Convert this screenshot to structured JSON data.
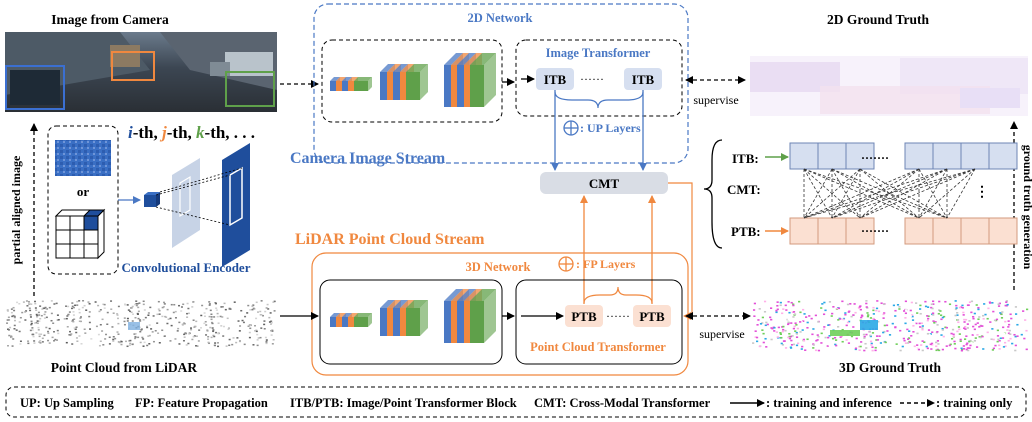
{
  "titles": {
    "image_from_camera": "Image from Camera",
    "network_2d": "2D Network",
    "ground_truth_2d": "2D Ground Truth",
    "image_transformer": "Image Transformer",
    "camera_stream": "Camera Image Stream",
    "lidar_stream": "LiDAR Point Cloud Stream",
    "network_3d": "3D Network",
    "point_cloud_transformer": "Point Cloud Transformer",
    "point_cloud_from_lidar": "Point Cloud from LiDAR",
    "ground_truth_3d": "3D Ground Truth",
    "conv_encoder": "Convolutional Encoder"
  },
  "blocks": {
    "itb": "ITB",
    "ptb": "PTB",
    "cmt": "CMT",
    "dots": "······"
  },
  "layers": {
    "up": ": UP Layers",
    "fp": ": FP Layers"
  },
  "labels": {
    "supervise": "supervise",
    "partial_aligned_image": "partial aligned image",
    "ground_truth_generation": "ground truth generation",
    "or": "or",
    "nth": {
      "i": "i",
      "i_suffix": "-th, ",
      "j": "j",
      "j_suffix": "-th, ",
      "k": "k",
      "k_suffix": "-th, . . ."
    }
  },
  "grid": {
    "itb_label": "ITB:",
    "cmt_label": "CMT:",
    "ptb_label": "PTB:",
    "dots": "·······",
    "vdots": "⋮"
  },
  "legend": {
    "up": "UP: Up Sampling",
    "fp": "FP: Feature Propagation",
    "itb_ptb": "ITB/PTB: Image/Point Transformer Block",
    "cmt": "CMT: Cross-Modal Transformer",
    "solid": ": training and inference",
    "dashed": ": training only"
  },
  "colors": {
    "blue": "#4a78c4",
    "orange": "#f0883f",
    "green": "#5fa04a",
    "dark_blue": "#1f4e9c",
    "itb_fill": "#d6dff0",
    "ptb_fill": "#fbe0d2",
    "cmt_fill": "#d9dde5"
  }
}
